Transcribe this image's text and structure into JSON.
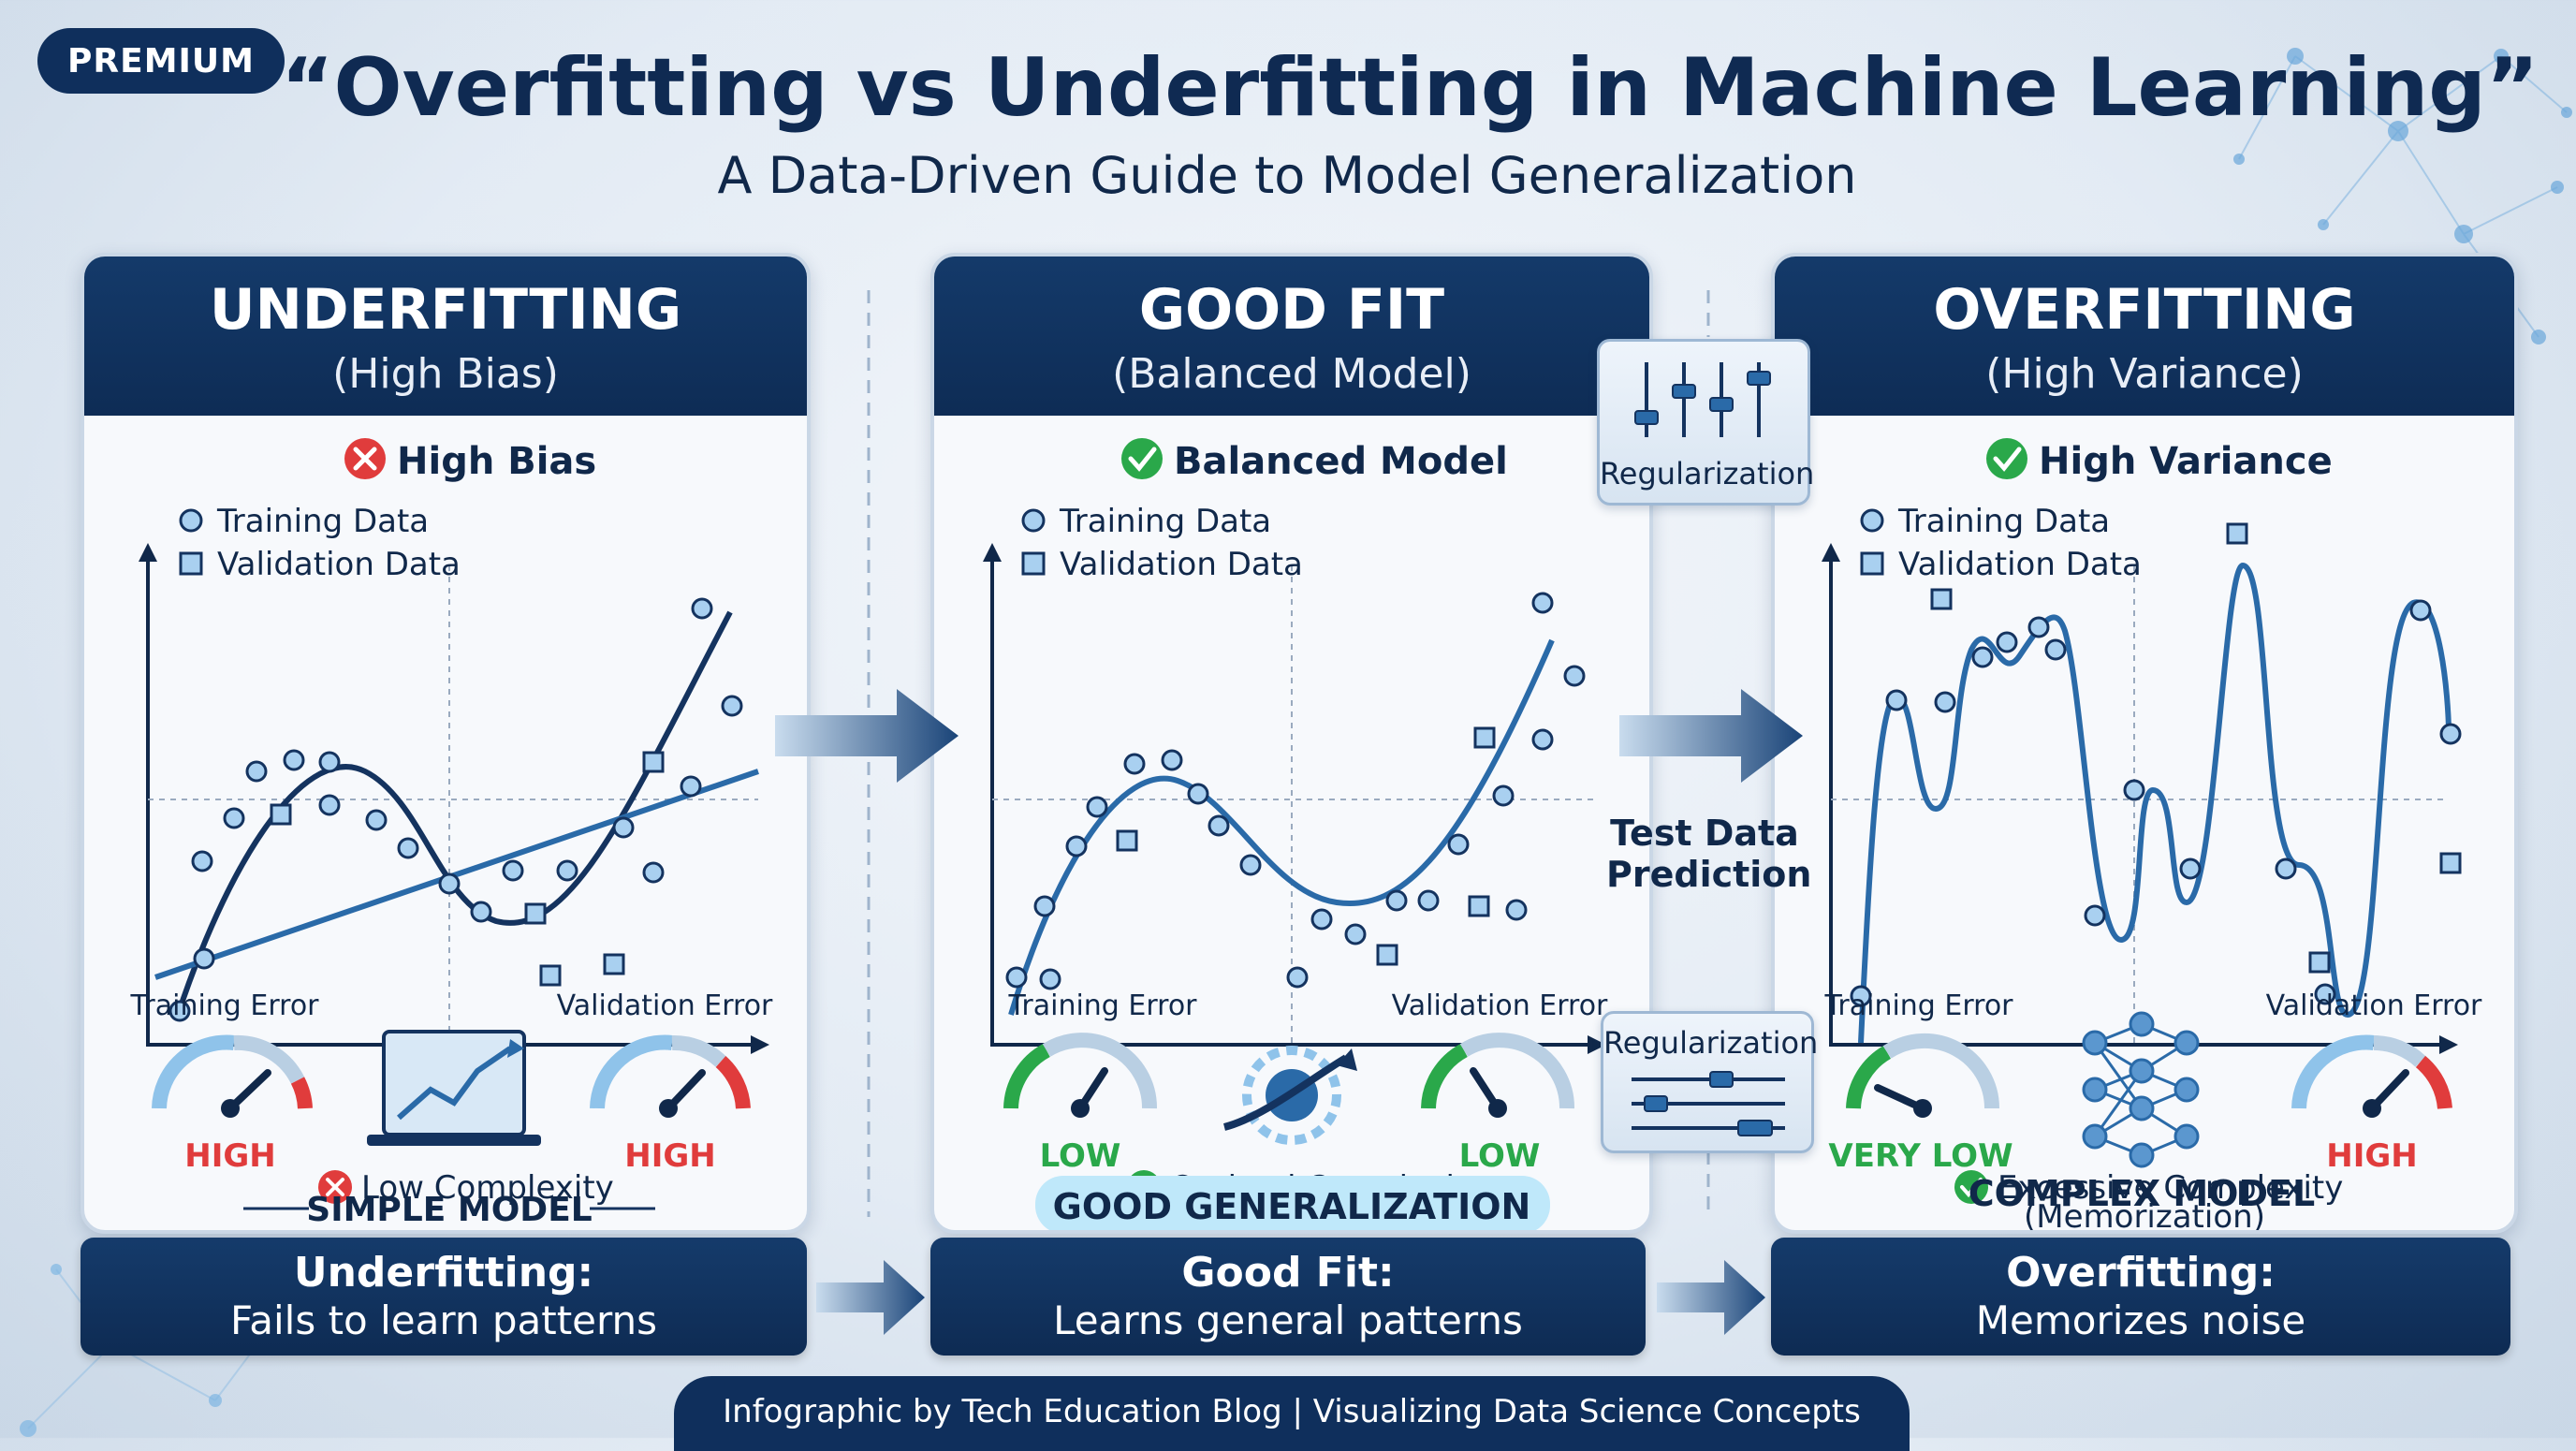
{
  "badge": "PREMIUM",
  "title": "“Overfitting vs Underfitting in Machine Learning”",
  "subtitle": "A Data-Driven Guide to Model Generalization",
  "panels": [
    {
      "heading": "UNDERFITTING",
      "subheading": "(High Bias)",
      "status": "High Bias",
      "legend_train": "Training Data",
      "legend_val": "Validation Data",
      "complexity": "Low Complexity",
      "train_error_label": "Training Error",
      "val_error_label": "Validation Error",
      "train_error_value": "HIGH",
      "val_error_value": "HIGH",
      "model_label": "SIMPLE MODEL",
      "footer_title": "Underfitting:",
      "footer_sub": "Fails to learn patterns"
    },
    {
      "heading": "GOOD FIT",
      "subheading": "(Balanced Model)",
      "status": "Balanced Model",
      "legend_train": "Training Data",
      "legend_val": "Validation Data",
      "complexity": "Optimal Complexity",
      "train_error_label": "Training Error",
      "val_error_label": "Validation Error",
      "train_error_value": "LOW",
      "val_error_value": "LOW",
      "model_label": "GOOD GENERALIZATION",
      "footer_title": "Good Fit:",
      "footer_sub": "Learns general patterns"
    },
    {
      "heading": "OVERFITTING",
      "subheading": "(High Variance)",
      "status": "High Variance",
      "legend_train": "Training Data",
      "legend_val": "Validation Data",
      "complexity": "Excessive Complexity",
      "train_error_label": "Training Error",
      "val_error_label": "Validation Error",
      "train_error_value": "VERY LOW",
      "val_error_value": "HIGH",
      "model_label": "COMPLEX MODEL",
      "model_sublabel": "(Memorization)",
      "footer_title": "Overfitting:",
      "footer_sub": "Memorizes noise"
    }
  ],
  "side": {
    "regularization_top": "Regularization",
    "test_prediction": "Test Data Prediction",
    "regularization_bottom": "Regularization"
  },
  "credit": "Infographic by Tech Education Blog | Visualizing Data Science Concepts",
  "colors": {
    "navy": "#0f2f5c",
    "curve_dark": "#14335f",
    "curve_blue": "#2a6aa8",
    "point_fill": "#a9d0f0",
    "bad": "#e03c3c",
    "good": "#2aa84a",
    "highlight": "#bfe8fa"
  },
  "icons": [
    "x-circle-icon",
    "check-circle-icon",
    "gauge-icon",
    "laptop-chart-icon",
    "gear-arrow-icon",
    "neural-network-icon",
    "slider-icon",
    "arrow-right-icon"
  ]
}
